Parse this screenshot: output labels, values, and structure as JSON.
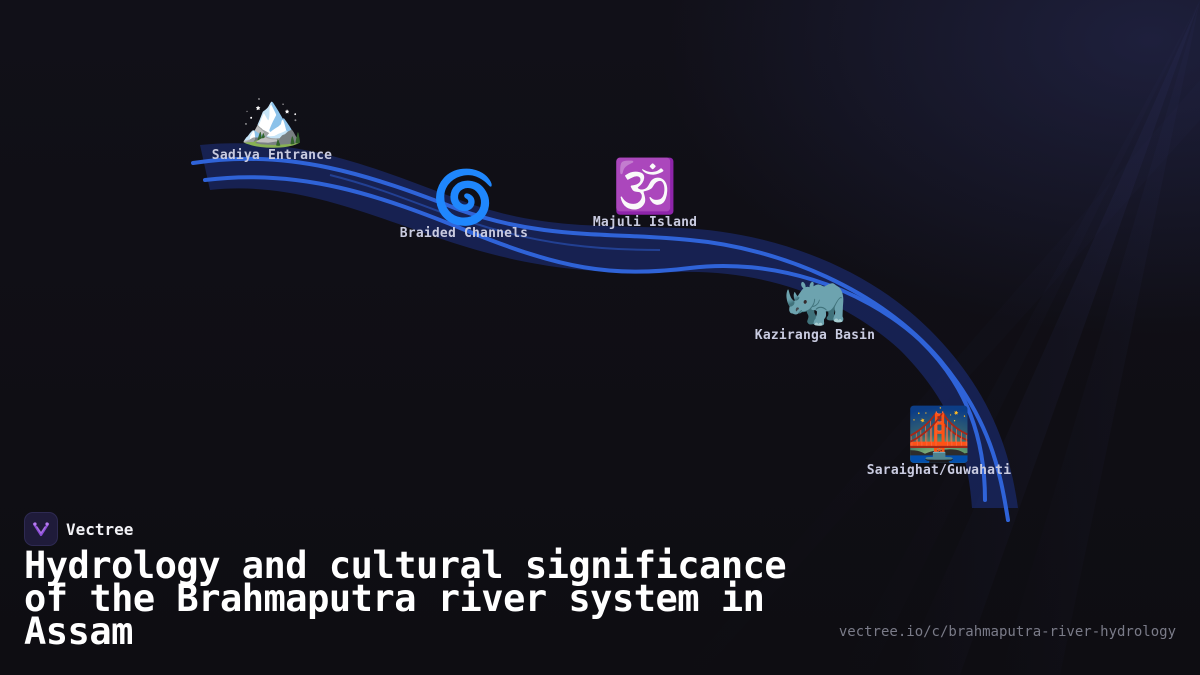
{
  "brand": {
    "name": "Vectree",
    "logo_icon": "vectree-logo-icon",
    "accent": "#8b4dd6"
  },
  "title": "Hydrology and cultural significance of the Brahmaputra river system in Assam",
  "url": "vectree.io/c/brahmaputra-river-hydrology",
  "colors": {
    "background": "#0e0d12",
    "river_fill": "#1c2a6b",
    "river_line": "#2f63d8",
    "label": "#c9cbe0"
  },
  "stations": [
    {
      "label": "Sadiya Entrance",
      "icon": "mountain-icon",
      "emoji": "🏔️"
    },
    {
      "label": "Braided Channels",
      "icon": "spiral-icon",
      "emoji": "🌀"
    },
    {
      "label": "Majuli Island",
      "icon": "om-icon",
      "emoji": "🕉️"
    },
    {
      "label": "Kaziranga Basin",
      "icon": "rhino-icon",
      "emoji": "🦏"
    },
    {
      "label": "Saraighat/Guwahati",
      "icon": "bridge-at-night-icon",
      "emoji": "🌉"
    }
  ]
}
